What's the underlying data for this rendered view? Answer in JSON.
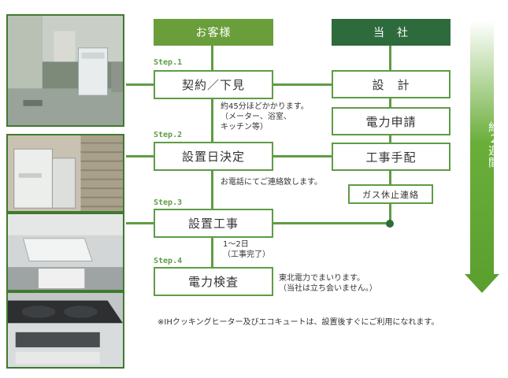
{
  "headers": {
    "customer": "お客様",
    "company": "当　社"
  },
  "steps": [
    {
      "label": "Step.1",
      "box": "契約／下見"
    },
    {
      "label": "Step.2",
      "box": "設置日決定"
    },
    {
      "label": "Step.3",
      "box": "設置工事"
    },
    {
      "label": "Step.4",
      "box": "電力検査"
    }
  ],
  "company_tasks": [
    "設　計",
    "電力申請",
    "工事手配"
  ],
  "company_subtask": "ガス休止連絡",
  "notes": {
    "after_step1": "約45分ほどかかります。\n（メーター、浴室、\nキッチン等）",
    "after_step2": "お電話にてご連絡致します。",
    "after_step3": "1～2日\n（工事完了）",
    "after_step4": "東北電力でまいります。\n（当社は立ち会いません。）"
  },
  "footnote": "※IHクッキングヒーター及びエコキュートは、設置後すぐにご利用になれます。",
  "duration": "約２週間",
  "colors": {
    "customer_header": "#6a9e3b",
    "company_header": "#2e6b3c",
    "line": "#5e9c45",
    "duration_arrow": "#6aae3a"
  }
}
